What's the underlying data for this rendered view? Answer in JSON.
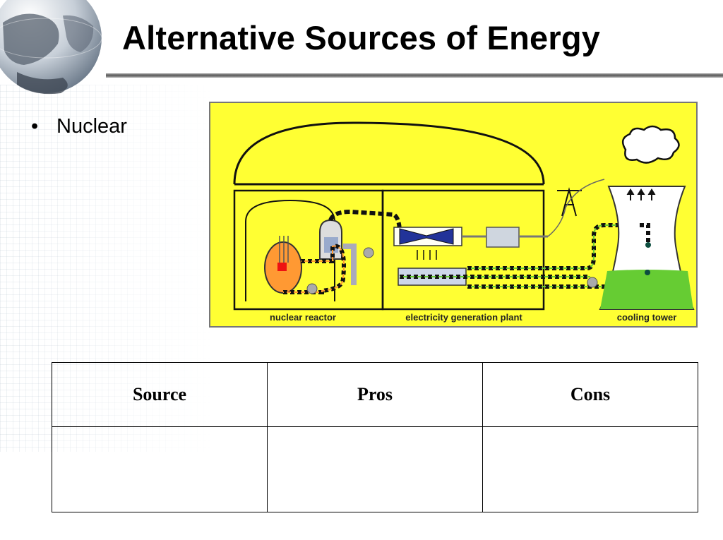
{
  "slide": {
    "title": "Alternative Sources of Energy",
    "bullets": [
      "Nuclear"
    ]
  },
  "diagram": {
    "labels": {
      "reactor": "nuclear reactor",
      "plant": "electricity generation plant",
      "tower": "cooling tower"
    },
    "colors": {
      "background": "#ffff33",
      "tower_water": "#66cc33",
      "reactor_core": "#ff9933",
      "steam_pipe": "#000000",
      "water_pipe": "#66cc33"
    }
  },
  "table": {
    "headers": [
      "Source",
      "Pros",
      "Cons"
    ],
    "rows": [
      [
        "",
        "",
        ""
      ]
    ]
  }
}
